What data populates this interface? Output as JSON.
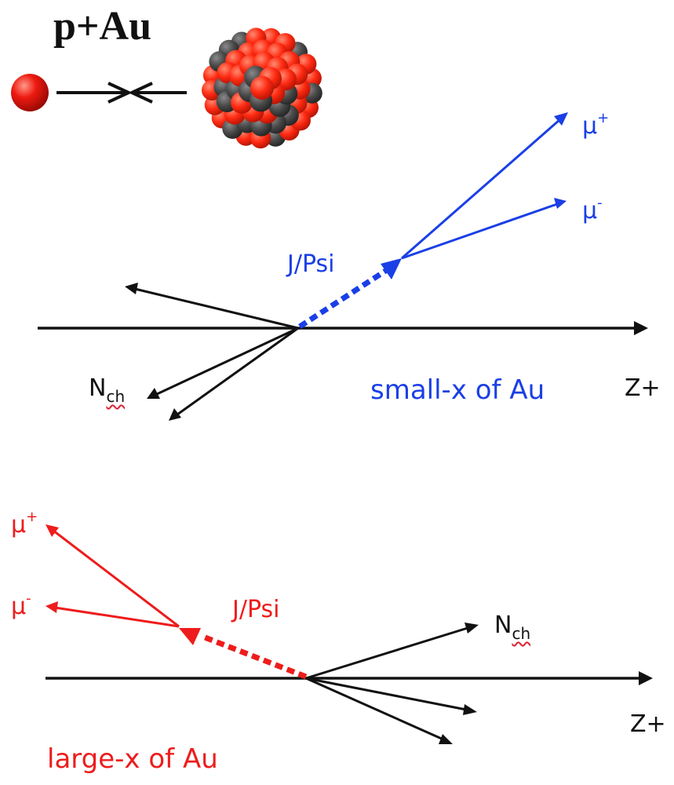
{
  "title": "p+Au",
  "colors": {
    "small_x": "#1a3fe6",
    "large_x": "#ee1c1c",
    "axis": "#111111",
    "nucleus_proton": "#ff2a12",
    "nucleus_neutron": "#4a4a4a"
  },
  "top_panel": {
    "mu_plus": "μ",
    "mu_plus_sign": "+",
    "mu_minus": "μ",
    "mu_minus_sign": "-",
    "jpsi_label": "J/Psi",
    "nch_main": "N",
    "nch_sub": "ch",
    "axis_label": "Z+",
    "caption": "small-x of Au"
  },
  "bottom_panel": {
    "mu_plus": "μ",
    "mu_plus_sign": "+",
    "mu_minus": "μ",
    "mu_minus_sign": "-",
    "jpsi_label": "J/Psi",
    "nch_main": "N",
    "nch_sub": "ch",
    "axis_label": "Z+",
    "caption": "large-x of Au"
  }
}
